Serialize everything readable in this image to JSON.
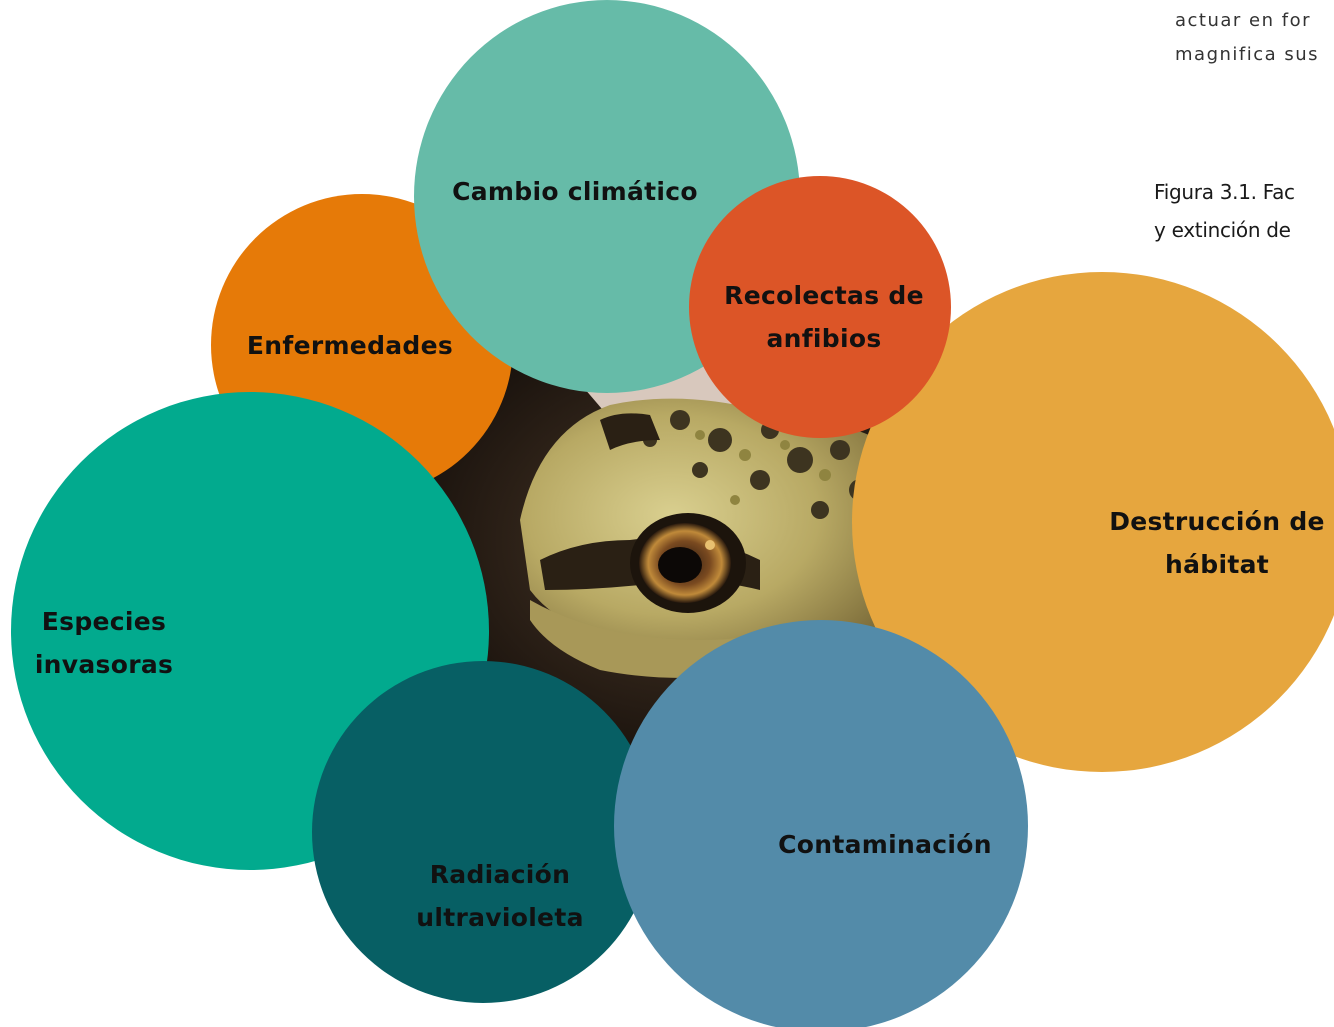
{
  "text_fragment": {
    "lines": [
      "actuar en for",
      "magnifica sus"
    ]
  },
  "caption": {
    "lines": [
      "Figura 3.1. Fac",
      "y extinción de"
    ]
  },
  "factors": {
    "cambio": {
      "lines": [
        "Cambio climático"
      ],
      "color": "#66bba8"
    },
    "enfermedades": {
      "lines": [
        "Enfermedades"
      ],
      "color": "#e67a08"
    },
    "recolectas": {
      "lines": [
        "Recolectas de",
        "anfibios"
      ],
      "color": "#dc5527"
    },
    "destruccion": {
      "lines": [
        "Destrucción de",
        "hábitat"
      ],
      "color": "#e6a63e"
    },
    "especies": {
      "lines": [
        "Especies",
        "invasoras"
      ],
      "color": "#02aa8e"
    },
    "radiacion": {
      "lines": [
        "Radiación",
        "ultravioleta"
      ],
      "color": "#075f64"
    },
    "contaminacion": {
      "lines": [
        "Contaminación"
      ],
      "color": "#538ba9"
    }
  },
  "photo": {
    "subject": "frog-photo"
  }
}
